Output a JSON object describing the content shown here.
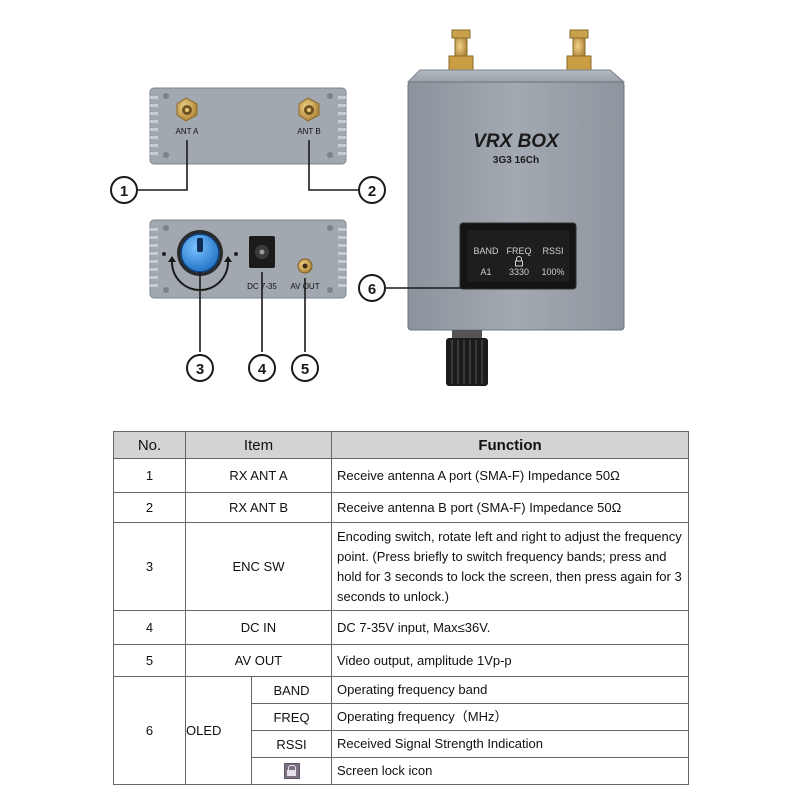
{
  "panels": {
    "antenna_labels": [
      "ANT A",
      "ANT B"
    ],
    "connector_labels": [
      "DC 7-35",
      "AV OUT"
    ]
  },
  "device": {
    "brand": "VRX BOX",
    "model": "3G3 16Ch",
    "oled": {
      "headers": [
        "BAND",
        "FREQ",
        "RSSI"
      ],
      "values": [
        "A1",
        "3330",
        "100%"
      ]
    }
  },
  "callouts": [
    "1",
    "2",
    "3",
    "4",
    "5",
    "6"
  ],
  "table": {
    "headers": {
      "no": "No.",
      "item": "Item",
      "function": "Function"
    },
    "rows": [
      {
        "no": "1",
        "item": "RX ANT A",
        "function": "Receive antenna A port (SMA-F)    Impedance 50Ω"
      },
      {
        "no": "2",
        "item": "RX ANT B",
        "function": "Receive antenna B port (SMA-F)    Impedance 50Ω"
      },
      {
        "no": "3",
        "item": "ENC SW",
        "function": "Encoding switch, rotate left and right to adjust the frequency point. (Press briefly to switch frequency bands; press and hold for 3 seconds to lock the screen, then press again for 3 seconds to unlock.)"
      },
      {
        "no": "4",
        "item": "DC  IN",
        "function": "DC 7-35V input, Max≤36V."
      },
      {
        "no": "5",
        "item": "AV OUT",
        "function": "Video output, amplitude 1Vp-p"
      }
    ],
    "oled_group": {
      "no": "6",
      "item": "OLED",
      "subrows": [
        {
          "sub": "BAND",
          "function": "Operating frequency band"
        },
        {
          "sub": "FREQ",
          "function": "Operating frequency（MHz）"
        },
        {
          "sub": "RSSI",
          "function": "Received Signal Strength Indication"
        },
        {
          "sub_icon": "lock-icon",
          "function": "Screen lock icon"
        }
      ]
    }
  }
}
